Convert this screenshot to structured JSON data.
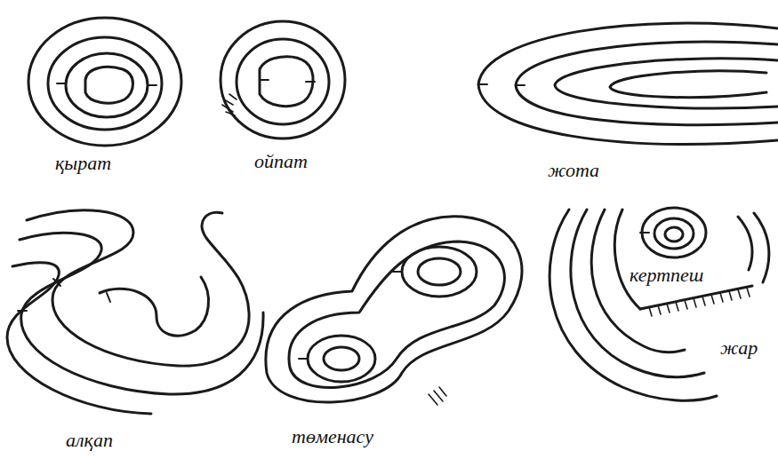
{
  "diagram": {
    "labels": [
      "қырат",
      "ойпат",
      "жота",
      "алқап",
      "төменасу",
      "кертпеш",
      "жар"
    ]
  }
}
